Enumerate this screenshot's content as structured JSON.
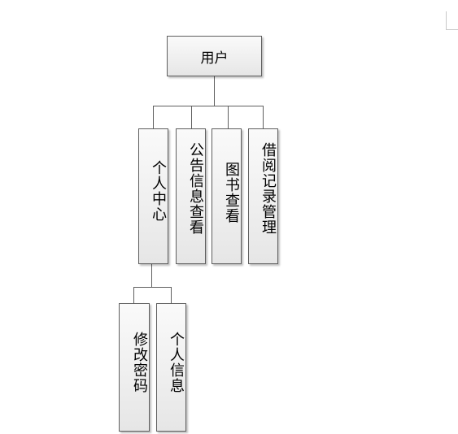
{
  "diagram": {
    "root": {
      "label": "用户"
    },
    "level1": [
      {
        "label": "个人中心"
      },
      {
        "label": "公告信息查看"
      },
      {
        "label": "图书查看"
      },
      {
        "label": "借阅记录管理"
      }
    ],
    "level2": [
      {
        "label": "修改密码"
      },
      {
        "label": "个人信息"
      }
    ]
  }
}
